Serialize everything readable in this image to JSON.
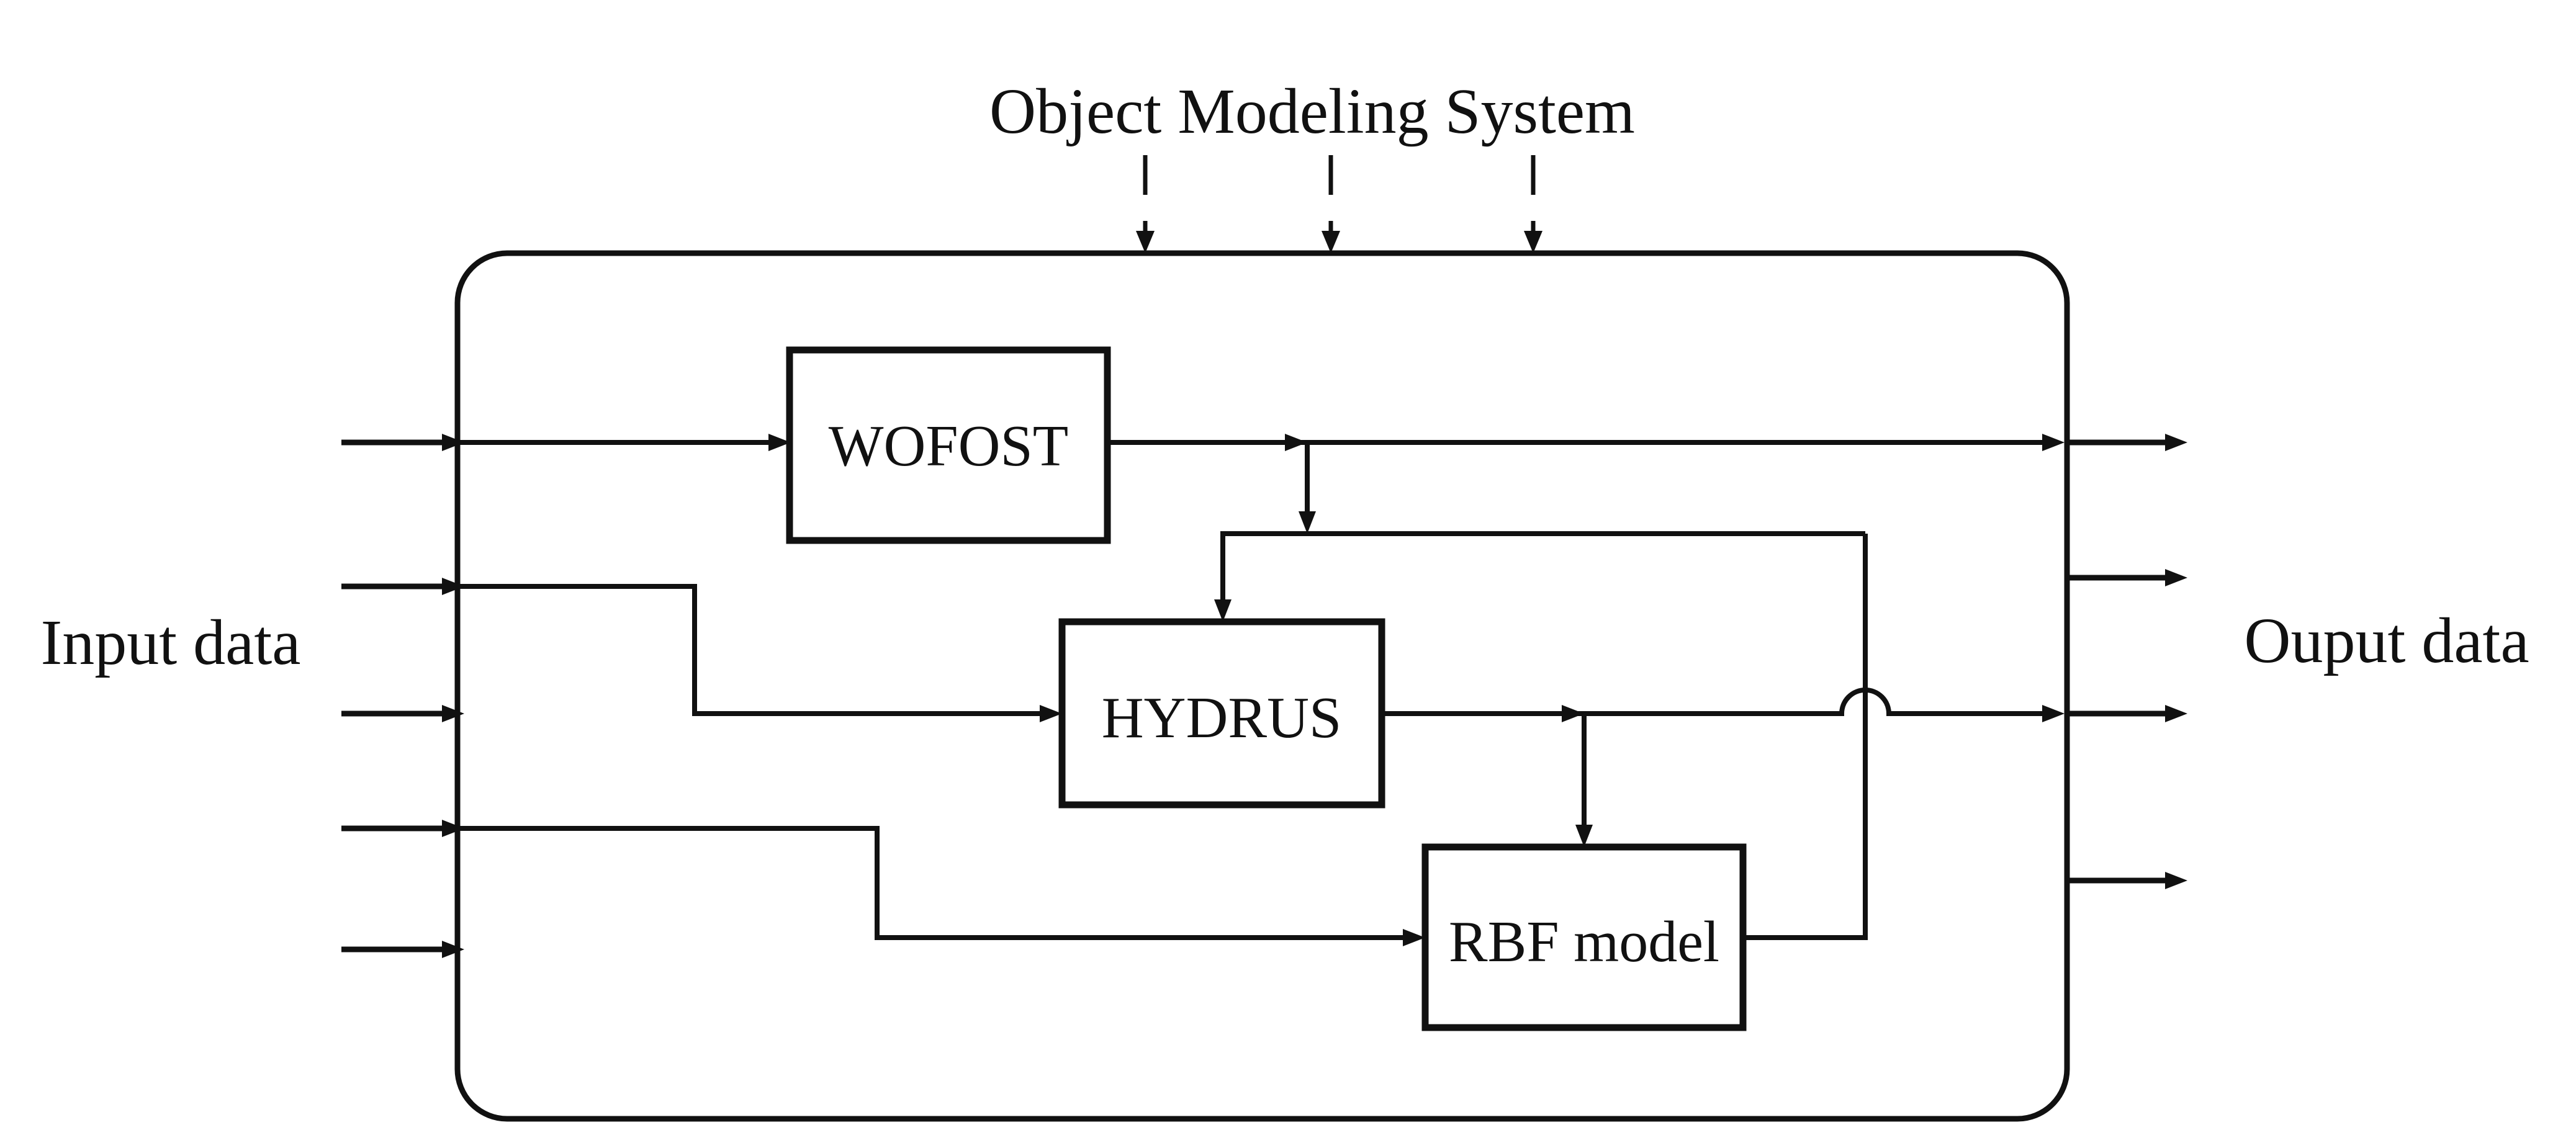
{
  "diagram": {
    "title": "Object Modeling System",
    "labels": {
      "input": "Input data",
      "output": "Ouput data"
    },
    "boxes": [
      {
        "id": "wofost",
        "label": "WOFOST"
      },
      {
        "id": "hydrus",
        "label": "HYDRUS"
      },
      {
        "id": "rbf",
        "label": "RBF model"
      }
    ],
    "counts": {
      "input_arrows": 5,
      "output_arrows": 4,
      "oms_dashed_arrows": 3
    },
    "colors": {
      "line": "#111111",
      "background": "#ffffff"
    }
  }
}
